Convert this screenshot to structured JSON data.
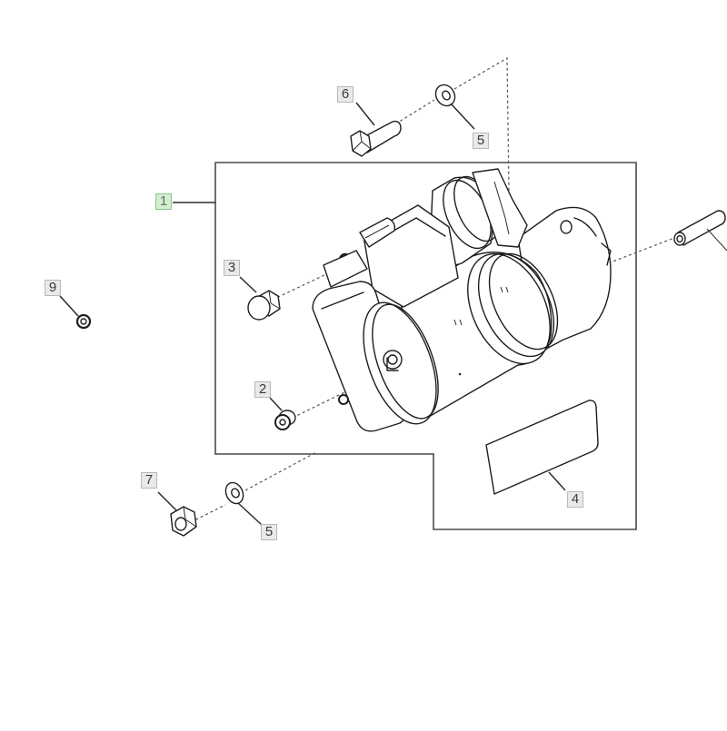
{
  "diagram": {
    "type": "exploded-parts-diagram",
    "subject": "starter motor assembly",
    "colors": {
      "background": "#ffffff",
      "line": "#1e1e1e",
      "callout_bg": "#e9e9e9",
      "callout_selected_bg": "#d4ecd2",
      "frame": "#4a4a4a"
    },
    "callouts": [
      {
        "id": "c1",
        "label": "1",
        "part": "starter-motor-assembly",
        "selected": true
      },
      {
        "id": "c2",
        "label": "2",
        "part": "terminal-nut"
      },
      {
        "id": "c3",
        "label": "3",
        "part": "cap-nut"
      },
      {
        "id": "c4",
        "label": "4",
        "part": "label-decal"
      },
      {
        "id": "c5a",
        "label": "5",
        "part": "washer-upper"
      },
      {
        "id": "c5b",
        "label": "5",
        "part": "washer-lower"
      },
      {
        "id": "c6",
        "label": "6",
        "part": "cap-screw"
      },
      {
        "id": "c7",
        "label": "7",
        "part": "hex-nut"
      },
      {
        "id": "c9",
        "label": "9",
        "part": "small-nut"
      }
    ]
  }
}
